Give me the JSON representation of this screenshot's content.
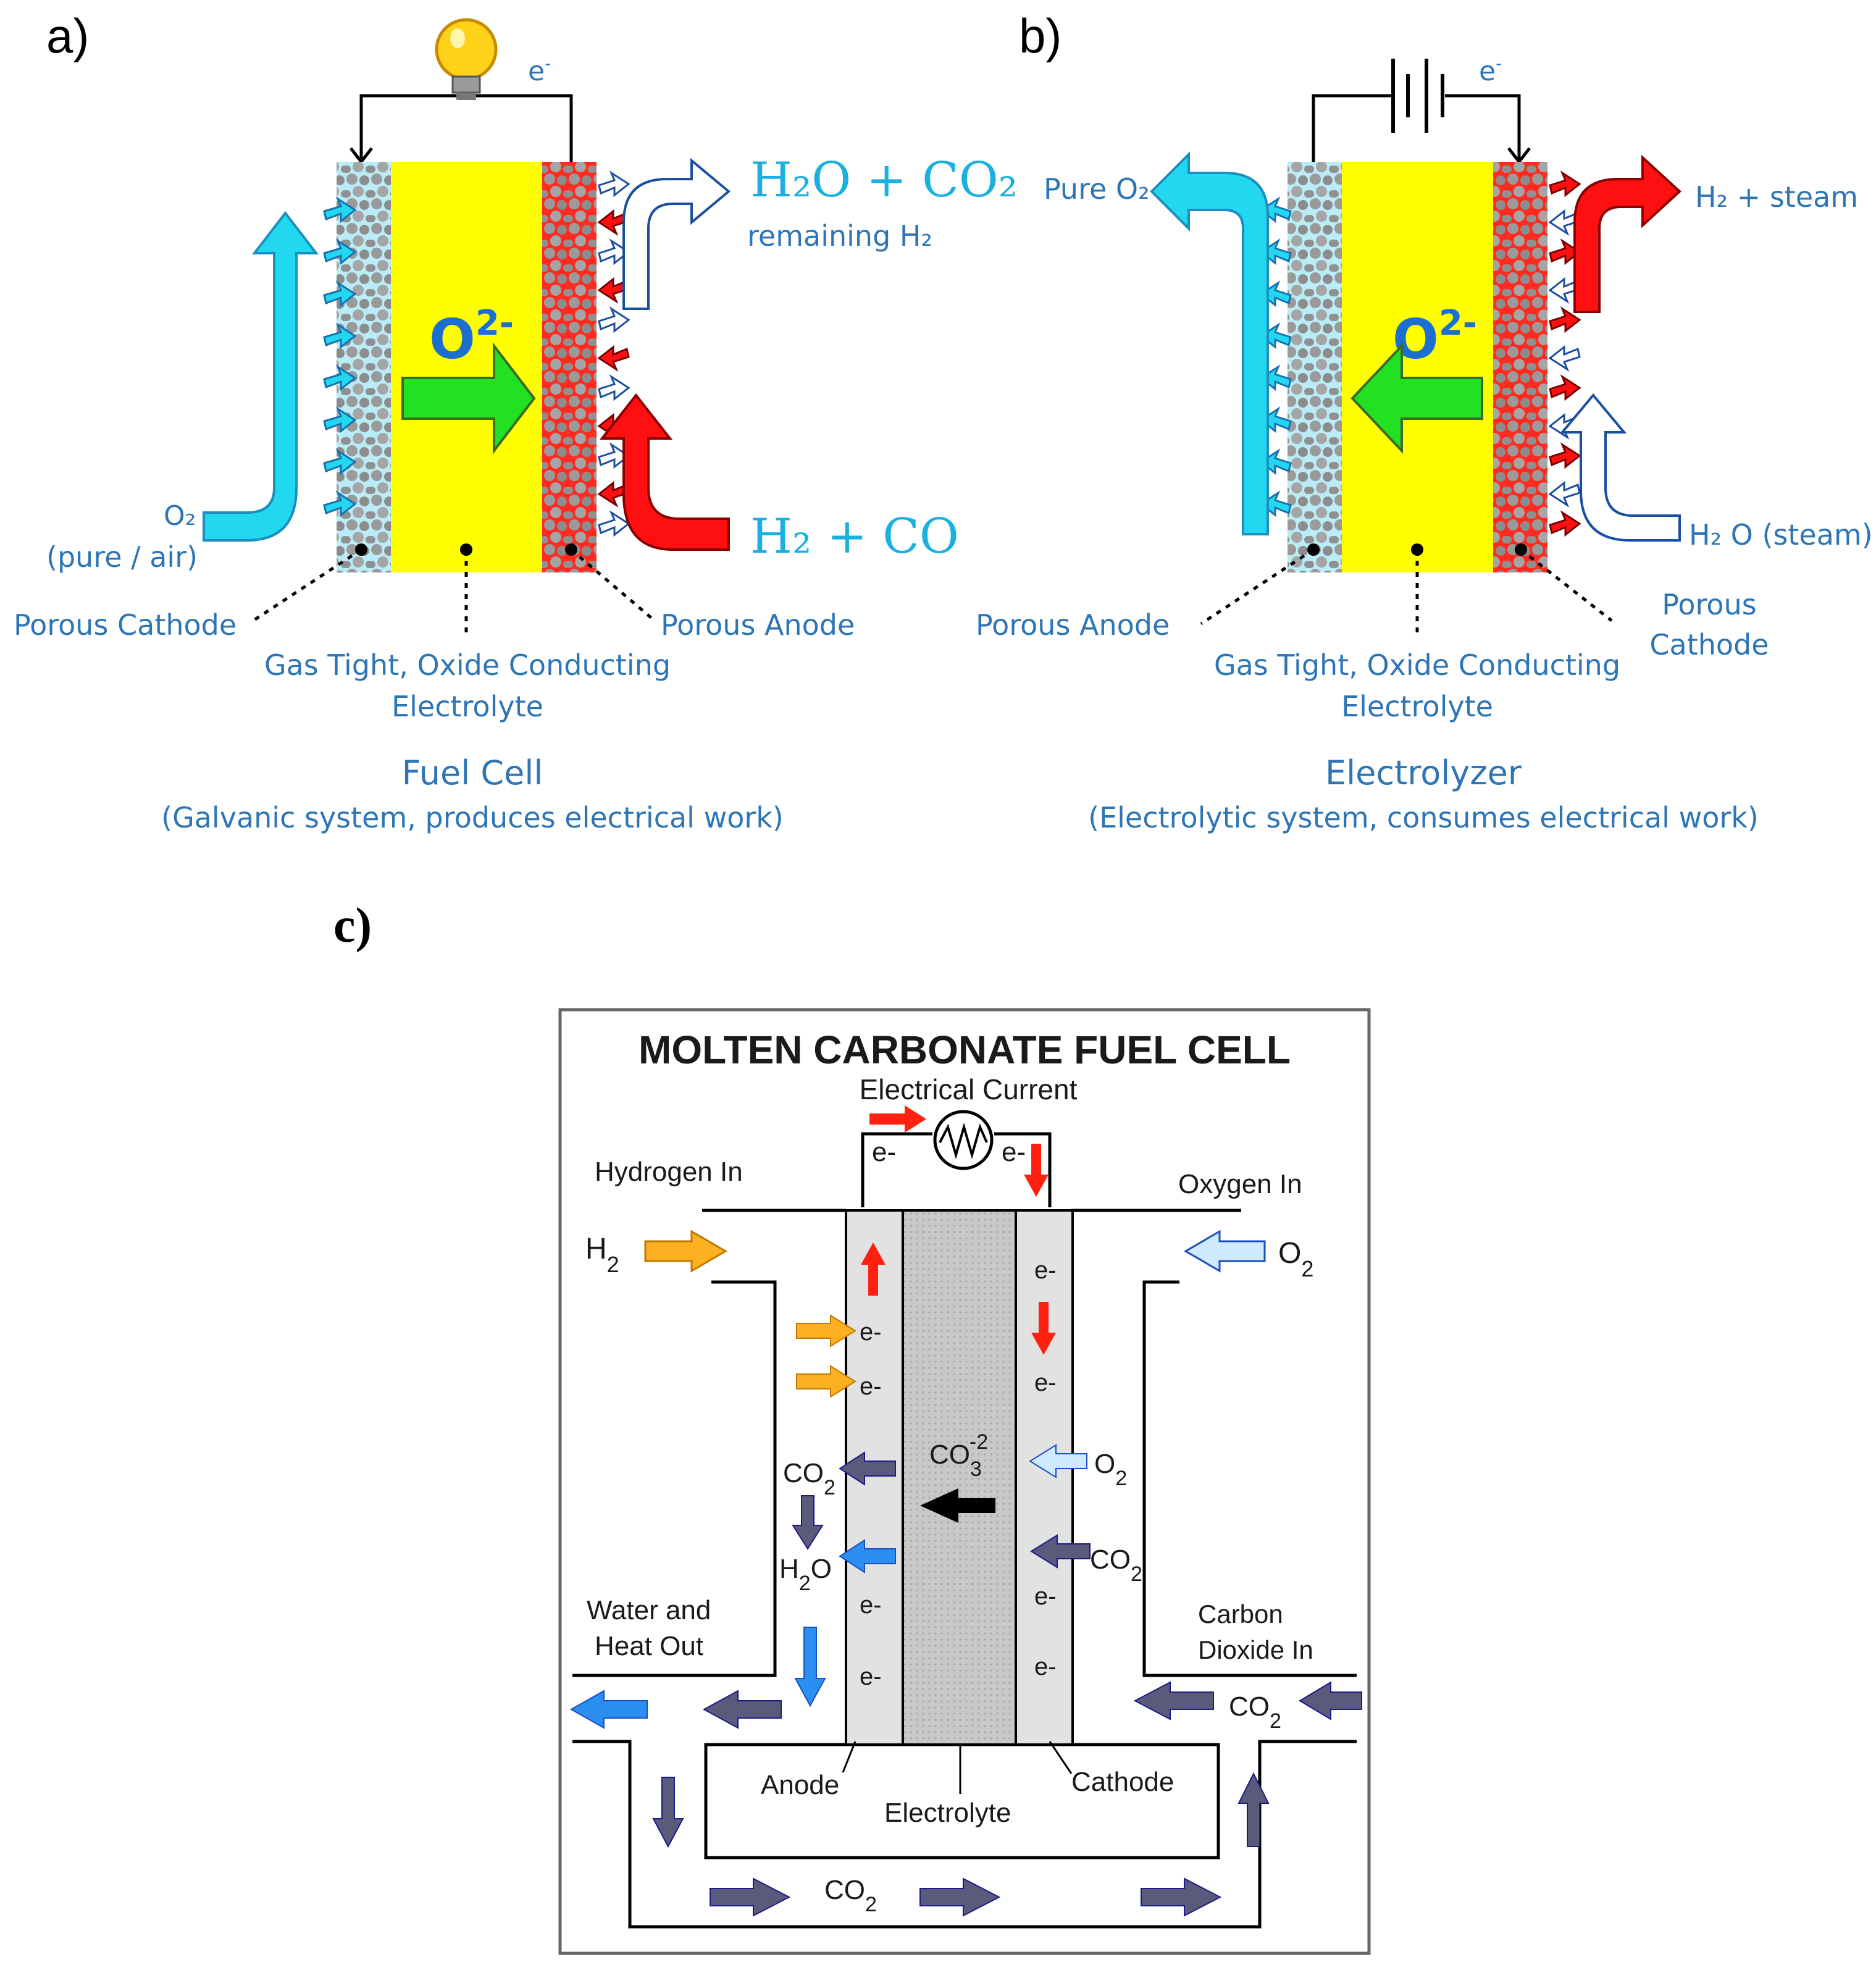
{
  "panel_a": {
    "label": "a)",
    "electron": "e",
    "electron_sup": "-",
    "ion": "O",
    "ion_sup": "2-",
    "products_main": "H₂O + CO₂",
    "products_sub": "remaining H₂",
    "fuel_in": "H₂ + CO",
    "oxidant_line1": "O₂",
    "oxidant_line2": "(pure / air)",
    "cathode_label": "Porous Cathode",
    "anode_label": "Porous Anode",
    "electrolyte_line1": "Gas Tight, Oxide Conducting",
    "electrolyte_line2": "Electrolyte",
    "title": "Fuel Cell",
    "subtitle": "(Galvanic system, produces electrical work)",
    "icons": {
      "power": "light-bulb-icon"
    }
  },
  "panel_b": {
    "label": "b)",
    "electron": "e",
    "electron_sup": "-",
    "ion": "O",
    "ion_sup": "2-",
    "oxygen_out": "Pure O₂",
    "hydrogen_out": "H₂ + steam",
    "steam_in": "H₂ O (steam)",
    "anode_label": "Porous Anode",
    "cathode_line1": "Porous",
    "cathode_line2": "Cathode",
    "electrolyte_line1": "Gas Tight, Oxide Conducting",
    "electrolyte_line2": "Electrolyte",
    "title": "Electrolyzer",
    "subtitle": "(Electrolytic system, consumes electrical work)",
    "icons": {
      "power": "battery-icon"
    }
  },
  "panel_c": {
    "label": "c)",
    "title": "MOLTEN CARBONATE FUEL CELL",
    "current": "Electrical Current",
    "hydrogen_in": "Hydrogen In",
    "oxygen_in": "Oxygen In",
    "h2": "H",
    "h2_sub": "2",
    "o2": "O",
    "o2_sub": "2",
    "electron": "e-",
    "carbonate": "CO",
    "carbonate_sub": "3",
    "carbonate_sup": "-2",
    "co2": "CO",
    "co2_sub": "2",
    "h2o": "H",
    "h2o_sub": "2",
    "h2o_tail": "O",
    "water_out_line1": "Water and",
    "water_out_line2": "Heat Out",
    "co2_in_line1": "Carbon",
    "co2_in_line2": "Dioxide  In",
    "anode": "Anode",
    "cathode": "Cathode",
    "electrolyte": "Electrolyte",
    "icons": {
      "load": "resistor-icon"
    }
  },
  "colors": {
    "label_blue": "#2e75b6",
    "formula_cyan": "#1ab0e0",
    "electrolyte_yellow": "#ffff00",
    "ion_arrow_green": "#22e022",
    "oxygen_cyan": "#22d8f0",
    "fuel_red": "#ff1010",
    "mc_orange": "#ffb020",
    "mc_gray_arrow": "#5a5a7a",
    "mc_blue_arrow": "#2a8ff0",
    "mc_red_arrow": "#ff2010"
  }
}
